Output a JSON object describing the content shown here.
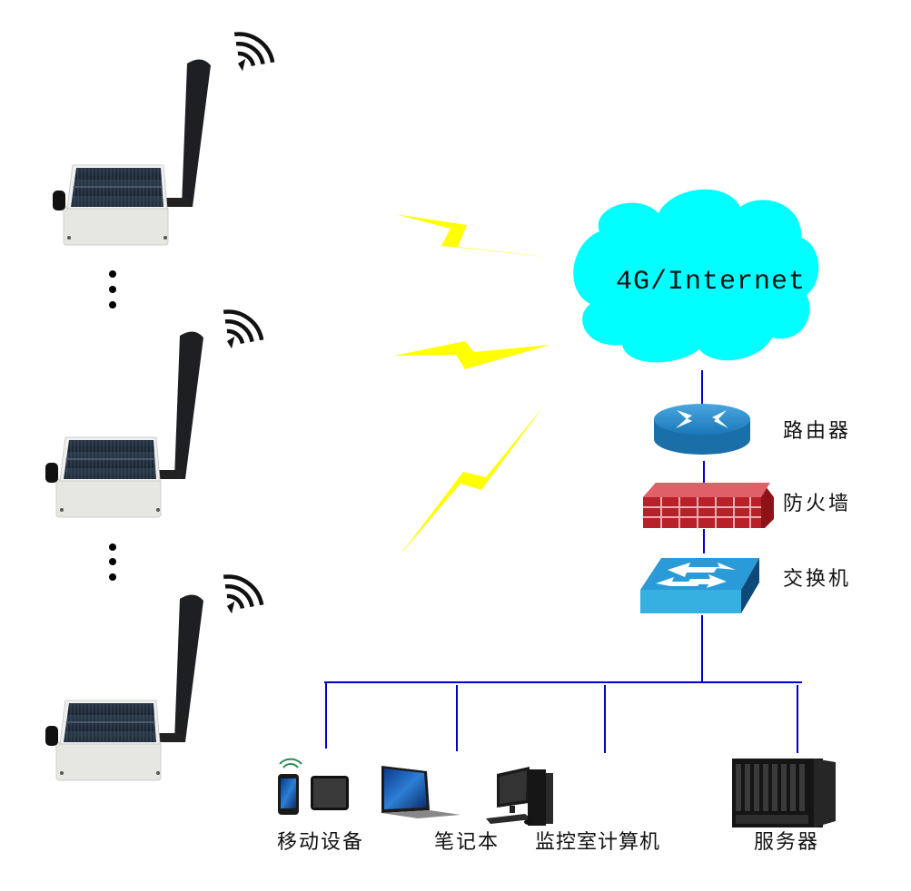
{
  "cloud": {
    "label": "4G/Internet",
    "color": "#00ffff"
  },
  "network_devices": [
    {
      "id": "router",
      "label": "路由器"
    },
    {
      "id": "firewall",
      "label": "防火墙"
    },
    {
      "id": "switch",
      "label": "交换机"
    }
  ],
  "endpoints": [
    {
      "id": "mobile",
      "label": "移动设备"
    },
    {
      "id": "laptop",
      "label": "笔记本"
    },
    {
      "id": "monitor-pc",
      "label": "监控室计算机"
    },
    {
      "id": "server",
      "label": "服务器"
    }
  ],
  "field_devices": {
    "count_shown": 3,
    "description": "solar-powered wireless sensor with antenna",
    "ellipsis": "⋮"
  },
  "colors": {
    "link": "#0000cc",
    "lightning": "#ffff00",
    "router": "#1a7fc0",
    "firewall": "#b0202a",
    "switch": "#2a9bd8"
  }
}
